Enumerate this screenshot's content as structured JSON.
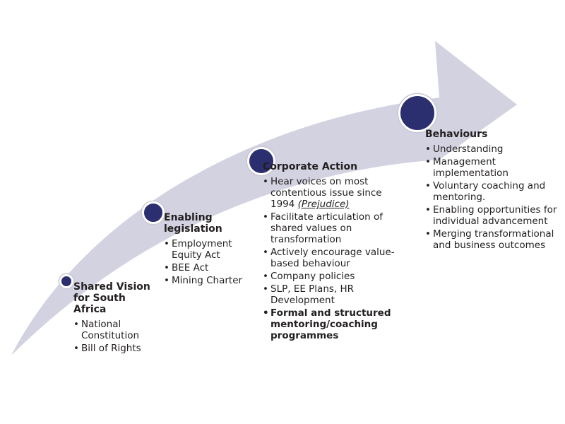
{
  "colors": {
    "arrow": "#d3d2e1",
    "node": "#2b2e6f",
    "node_ring": "#ffffff",
    "text": "#231f20"
  },
  "stages": [
    {
      "title": "Shared Vision for South Africa",
      "items": [
        "National Constitution",
        "Bill of Rights"
      ]
    },
    {
      "title": "Enabling legislation",
      "items": [
        "Employment Equity Act",
        "BEE Act",
        "Mining Charter"
      ]
    },
    {
      "title": "Corporate Action",
      "item0_text": "Hear voices on most contentious issue since 1994",
      "item0_emphasis": "(Prejudice)",
      "items": [
        "Facilitate articulation of shared values on transformation",
        "Actively encourage value-based behaviour",
        "Company policies",
        "SLP, EE Plans, HR Development",
        "Formal and structured mentoring/coaching programmes"
      ]
    },
    {
      "title": "Behaviours",
      "items": [
        "Understanding",
        "Management implementation",
        "Voluntary coaching and mentoring.",
        "Enabling opportunities for individual advancement",
        "Merging transformational and business outcomes"
      ]
    }
  ]
}
